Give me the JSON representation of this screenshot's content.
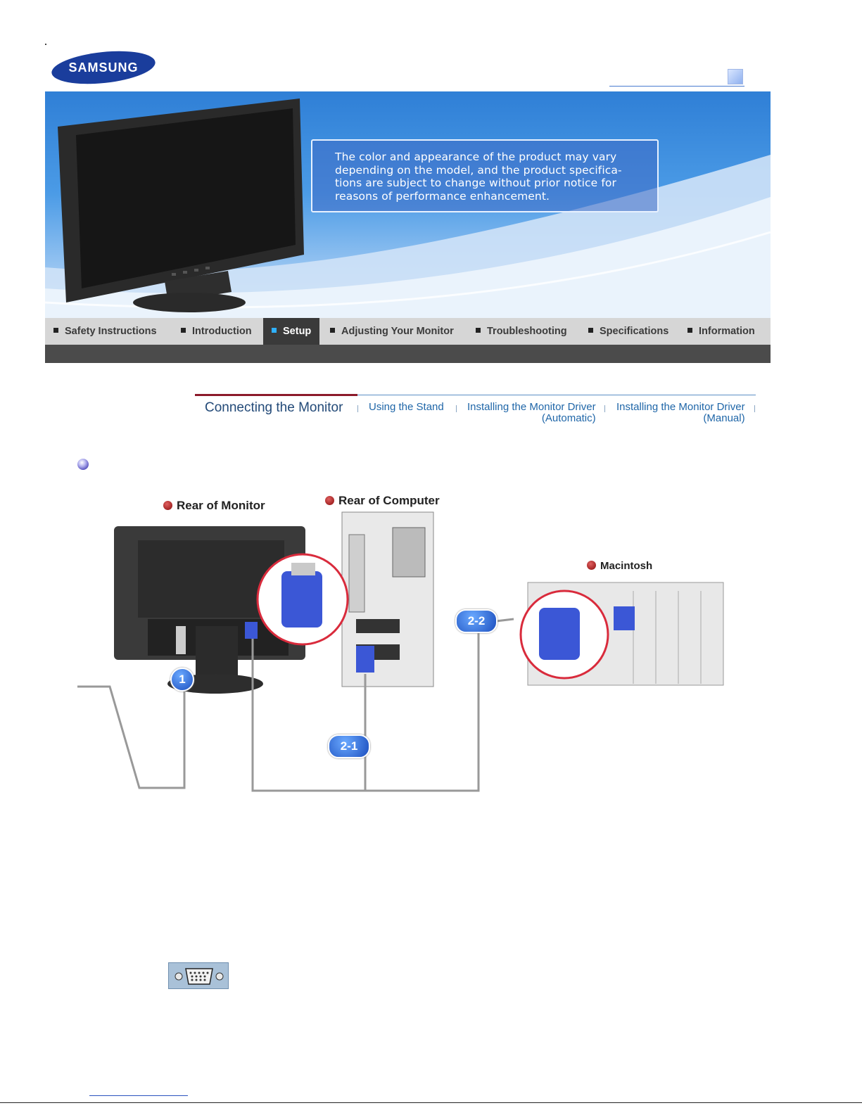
{
  "brand": {
    "logo_text": "SAMSUNG"
  },
  "banner": {
    "notice": "The color and appearance of the product may vary depending on the model, and the product specifica-tions are subject to change without prior notice for reasons of performance enhancement."
  },
  "nav": {
    "items": [
      {
        "label": "Safety Instructions"
      },
      {
        "label": "Introduction"
      },
      {
        "label": "Setup"
      },
      {
        "label": "Adjusting Your Monitor"
      },
      {
        "label": "Troubleshooting"
      },
      {
        "label": "Specifications"
      },
      {
        "label": "Information"
      }
    ],
    "active": "Setup"
  },
  "subtabs": {
    "current": "Connecting  the  Monitor",
    "stand": "Using the Stand",
    "driver_auto_1": "Installing the Monitor Driver",
    "driver_auto_2": "(Automatic)",
    "driver_manual_1": "Installing the Monitor Driver",
    "driver_manual_2": "(Manual)"
  },
  "diagram": {
    "rear_monitor": "Rear of Monitor",
    "rear_computer": "Rear of Computer",
    "macintosh": "Macintosh",
    "badge_1": "1",
    "badge_2_1": "2-1",
    "badge_2_2": "2-2"
  },
  "colors": {
    "accent_blue": "#1f66a8",
    "nav_active": "#3a3a3a",
    "tab_red": "#8c1a2a"
  }
}
